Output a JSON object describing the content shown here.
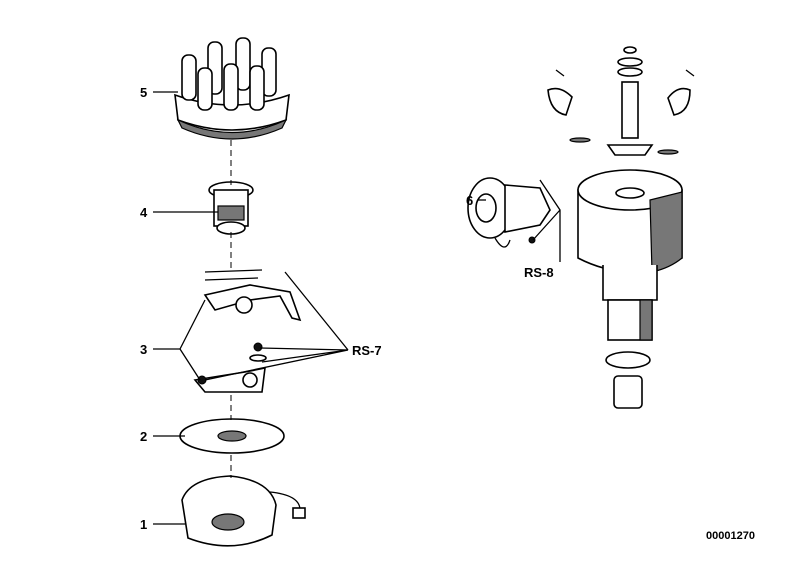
{
  "diagram": {
    "callouts": [
      {
        "id": "5",
        "label": "5"
      },
      {
        "id": "4",
        "label": "4"
      },
      {
        "id": "3",
        "label": "3"
      },
      {
        "id": "2",
        "label": "2"
      },
      {
        "id": "1",
        "label": "1"
      },
      {
        "id": "6",
        "label": "6"
      }
    ],
    "repair_sets": [
      "RS-7",
      "RS-8"
    ],
    "reference_number": "00001270"
  }
}
